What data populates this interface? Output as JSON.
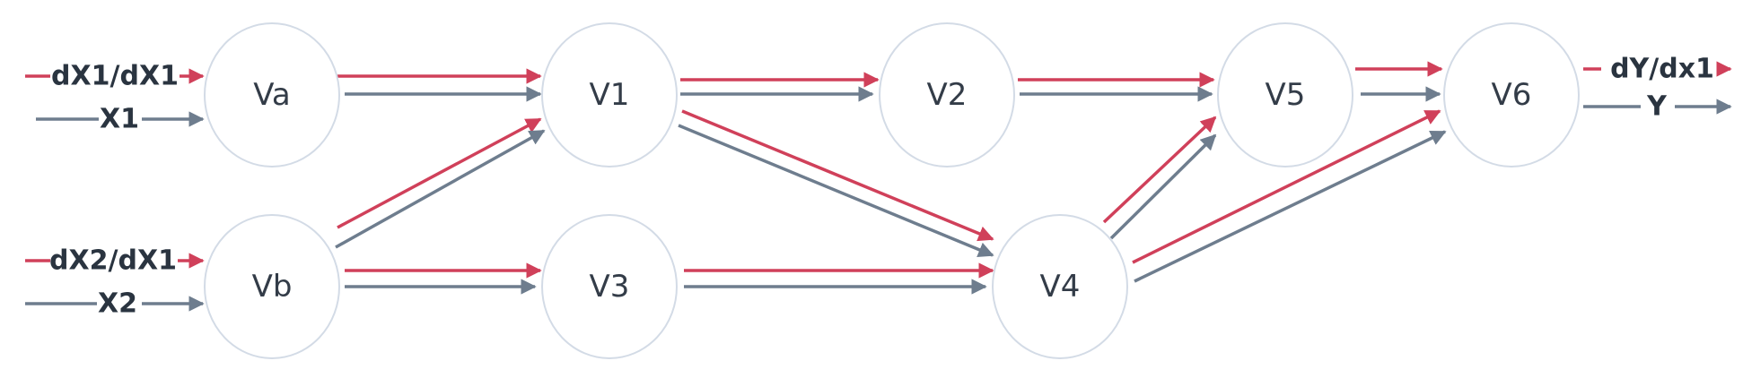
{
  "colors": {
    "derivative": "#d0405a",
    "value": "#6e7d8e",
    "node_border": "#d3dbe6",
    "node_text": "#333c48",
    "io_text": "#2a3440"
  },
  "nodes": {
    "va": "Va",
    "vb": "Vb",
    "v1": "V1",
    "v2": "V2",
    "v3": "V3",
    "v4": "V4",
    "v5": "V5",
    "v6": "V6"
  },
  "inputs": {
    "dx1_label": "dX1/dX1",
    "x1_label": "X1",
    "dx2_label": "dX2/dX1",
    "x2_label": "X2"
  },
  "outputs": {
    "dy_label": "dY/dx1",
    "y_label": "Y"
  },
  "edges": [
    {
      "from": "Va",
      "to": "V1"
    },
    {
      "from": "Vb",
      "to": "V1"
    },
    {
      "from": "Vb",
      "to": "V3"
    },
    {
      "from": "V1",
      "to": "V2"
    },
    {
      "from": "V1",
      "to": "V4"
    },
    {
      "from": "V3",
      "to": "V4"
    },
    {
      "from": "V2",
      "to": "V5"
    },
    {
      "from": "V4",
      "to": "V5"
    },
    {
      "from": "V4",
      "to": "V6"
    },
    {
      "from": "V5",
      "to": "V6"
    }
  ]
}
